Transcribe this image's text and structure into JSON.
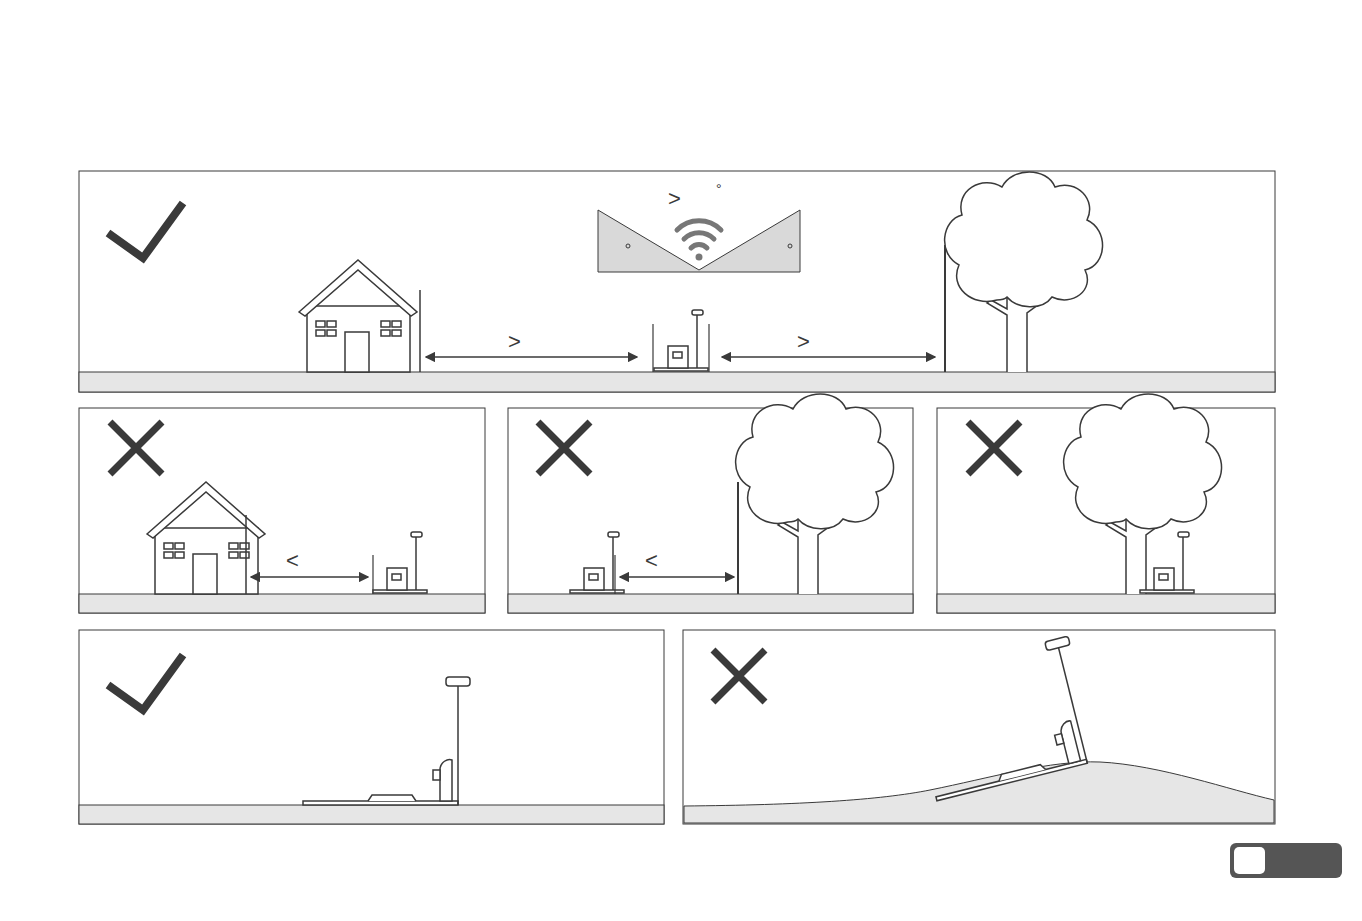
{
  "diagram": {
    "labels": [
      ">",
      "°",
      ">",
      ">",
      "<",
      "<"
    ]
  }
}
